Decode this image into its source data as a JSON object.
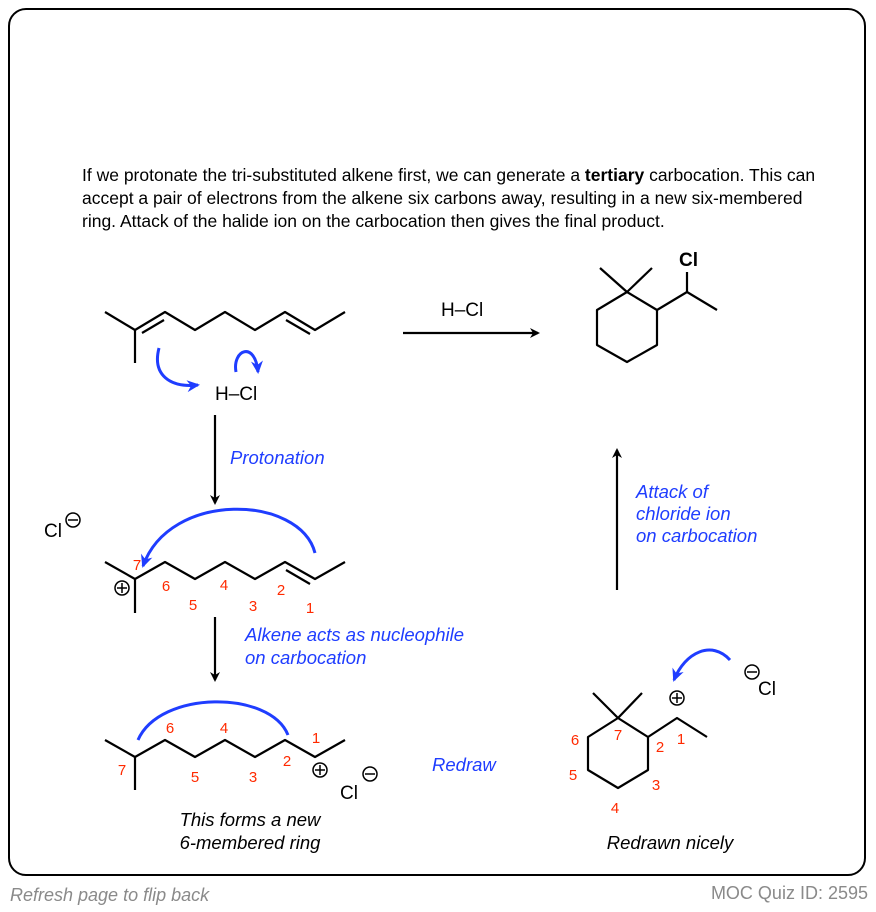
{
  "paragraph": {
    "part1": "If we protonate the tri-substituted alkene first, we can generate a ",
    "bold": "tertiary",
    "part2": " carbocation. This can accept a pair of electrons from the alkene six carbons away, resulting in a new six-membered ring. Attack of the halide ion on the carbocation then gives the final product."
  },
  "reagents": {
    "hcl_arrow": "H–Cl",
    "hcl_molecule": "H–Cl",
    "product_cl": "Cl",
    "chloride_1": "Cl",
    "chloride_2": "Cl",
    "chloride_3": "Cl",
    "minus": "−",
    "plus": "+"
  },
  "step_labels": {
    "protonation": "Protonation",
    "nucleophile_1": "Alkene acts as nucleophile",
    "nucleophile_2": "on carbocation",
    "redraw": "Redraw",
    "attack_1": "Attack of",
    "attack_2": "chloride ion",
    "attack_3": "on carbocation"
  },
  "captions": {
    "ring_1": "This forms a new",
    "ring_2": "6-membered ring",
    "redrawn": "Redrawn nicely"
  },
  "numbering": {
    "c1": "1",
    "c2": "2",
    "c3": "3",
    "c4": "4",
    "c5": "5",
    "c6": "6",
    "c7": "7"
  },
  "footer": {
    "left": "Refresh page to flip back",
    "right": "MOC Quiz ID: 2595"
  },
  "colors": {
    "arrow_blue": "#1f3dff",
    "number_red": "#ff2a00",
    "footer_gray": "#8a8a8a"
  }
}
